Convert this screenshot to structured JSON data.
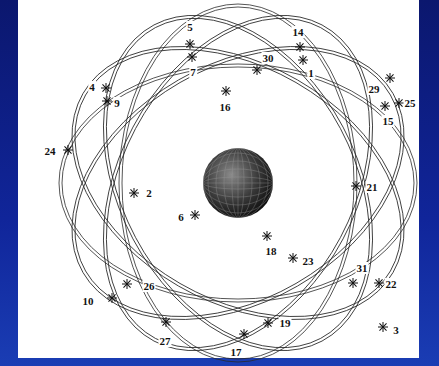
{
  "diagram": {
    "labels": [
      "5",
      "14",
      "7",
      "30",
      "1",
      "4",
      "29",
      "9",
      "16",
      "25",
      "15",
      "24",
      "2",
      "21",
      "6",
      "18",
      "23",
      "31",
      "22",
      "26",
      "10",
      "27",
      "3",
      "19",
      "17"
    ]
  }
}
